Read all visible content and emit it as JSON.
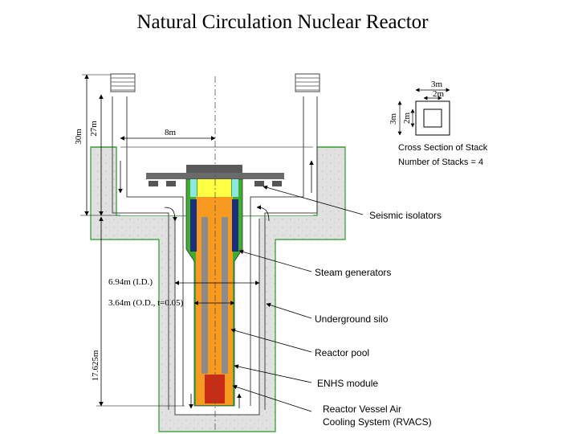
{
  "title": "Natural Circulation Nuclear Reactor",
  "cross_section": {
    "outer_dim": "3m",
    "inner_dim": "2m",
    "outer_height": "3m",
    "inner_height": "2m",
    "caption_line1": "Cross Section of Stack",
    "caption_line2": "Number of Stacks = 4"
  },
  "dimensions": {
    "total_height": "30m",
    "stack_height": "27m",
    "span": "8m",
    "silo_id": "6.94m (I.D.)",
    "vessel_od": "3.64m (O.D., t=0.05)",
    "silo_depth": "17.625m"
  },
  "labels": {
    "seismic": "Seismic isolators",
    "steam": "Steam generators",
    "silo": "Underground silo",
    "pool": "Reactor pool",
    "enhs": "ENHS module",
    "rvacs1": "Reactor Vessel Air",
    "rvacs2": "Cooling System (RVACS)"
  },
  "colors": {
    "concrete": "#e1e1e1",
    "ground_line": "#2a9a2a",
    "pool": "#f79a1f",
    "green": "#3fae2a",
    "steam_gen": "#1c2f7e",
    "core": "#c82c14",
    "top_yellow": "#ffff44",
    "cyan": "#8ce6e6",
    "grey": "#8c8c8c",
    "deck": "#6a6a6a"
  }
}
